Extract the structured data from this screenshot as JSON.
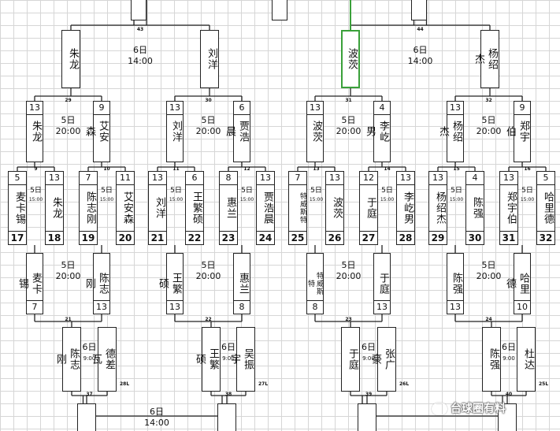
{
  "r32": [
    {
      "name": "麦卡锡",
      "top": "5",
      "seed": "17"
    },
    {
      "name": "朱龙",
      "top": "13",
      "seed": "18"
    },
    {
      "name": "陈志刚",
      "top": "7",
      "seed": "19"
    },
    {
      "name": "艾安森",
      "top": "11",
      "seed": "20"
    },
    {
      "name": "刘洋",
      "top": "13",
      "seed": "21"
    },
    {
      "name": "王繁硕",
      "top": "6",
      "seed": "22"
    },
    {
      "name": "惠兰",
      "top": "8",
      "seed": "23"
    },
    {
      "name": "贾浩晨",
      "top": "13",
      "seed": "24"
    },
    {
      "name": "特威斯特",
      "top": "7",
      "seed": "25"
    },
    {
      "name": "波茨",
      "top": "13",
      "seed": "26"
    },
    {
      "name": "于庭",
      "top": "12",
      "seed": "27"
    },
    {
      "name": "李屹男",
      "top": "13",
      "seed": "28"
    },
    {
      "name": "杨绍杰",
      "top": "13",
      "seed": "29"
    },
    {
      "name": "陈强",
      "top": "4",
      "seed": "30"
    },
    {
      "name": "郑宇伯",
      "top": "13",
      "seed": "31"
    },
    {
      "name": "哈里德",
      "top": "5",
      "seed": "32"
    }
  ],
  "r32_day": "5日",
  "r32_time": "15:00",
  "r32_matches": [
    "9",
    "10",
    "11",
    "12",
    "13",
    "14",
    "15",
    "16"
  ],
  "r16": [
    {
      "name": "朱龙",
      "top": "13"
    },
    {
      "name": "艾安森",
      "top": "9"
    },
    {
      "name": "刘洋",
      "top": "13"
    },
    {
      "name": "贾浩晨",
      "top": "6"
    },
    {
      "name": "波茨",
      "top": "13"
    },
    {
      "name": "李屹男",
      "top": "4"
    },
    {
      "name": "杨绍杰",
      "top": "13"
    },
    {
      "name": "郑宇伯",
      "top": "9"
    }
  ],
  "r16_date": "5日",
  "r16_time": "20:00",
  "r16_matches": [
    "29",
    "30",
    "31",
    "32"
  ],
  "qf": [
    {
      "name": "朱龙"
    },
    {
      "name": "刘洋"
    },
    {
      "name": "波茨"
    },
    {
      "name": "杨绍杰"
    }
  ],
  "qf_date": "6日",
  "qf_time": "14:00",
  "qf_matches": [
    "43",
    "44"
  ],
  "lower_r1": [
    {
      "name": "麦卡锡",
      "bottom": "7"
    },
    {
      "name": "陈志刚",
      "bottom": "13"
    },
    {
      "name": "王繁硕",
      "bottom": "13"
    },
    {
      "name": "惠兰",
      "bottom": "8"
    },
    {
      "name": "特威斯特",
      "bottom": "8"
    },
    {
      "name": "于庭",
      "bottom": "13"
    },
    {
      "name": "陈强",
      "bottom": "13"
    },
    {
      "name": "哈里德",
      "bottom": "10"
    }
  ],
  "lower_r1_date": "5日",
  "lower_r1_time": "20:00",
  "lower_r1_matches": [
    "21",
    "22",
    "23",
    "24"
  ],
  "lower_r2": [
    {
      "name": "陈志刚"
    },
    {
      "name": "德差瓦"
    },
    {
      "name": "王繁硕"
    },
    {
      "name": "吴振宇"
    },
    {
      "name": "于庭"
    },
    {
      "name": "张广豪"
    },
    {
      "name": "陈强"
    },
    {
      "name": "杜达"
    }
  ],
  "lower_r2_day": "6日",
  "lower_r2_time": "9:00",
  "lower_r2_tags": [
    "28L",
    "27L",
    "26L",
    "25L"
  ],
  "lower_r2_matches": [
    "37",
    "38",
    "39",
    "40"
  ],
  "bottom_date": "6日",
  "bottom_time": "14:00",
  "watermark": "台球圈有料",
  "colors": {
    "line": "#222222",
    "grid": "#d6d6d6",
    "selected": "#3aa03a"
  }
}
